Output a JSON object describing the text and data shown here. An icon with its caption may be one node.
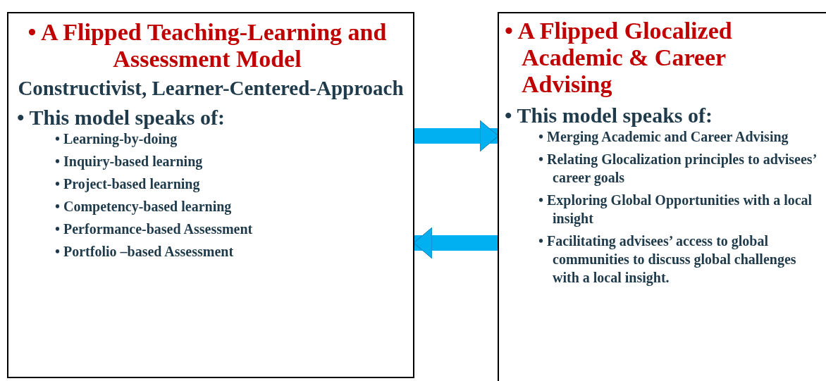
{
  "diagram": {
    "nodes": [
      {
        "text": [
          "• A Flipped Teaching-Learning and Assessment Model",
          "Constructivist, Learner-Centered-Approach",
          "• This model speaks of:",
          "• Learning-by-doing",
          "• Inquiry-based learning",
          "• Project-based learning",
          "• Competency-based learning",
          "• Performance-based Assessment",
          "• Portfolio –based Assessment"
        ]
      },
      {
        "text": [
          "• A Flipped Glocalized Academic & Career Advising",
          "• This model speaks of:",
          "• Merging Academic and Career Advising",
          "• Relating Glocalization principles to advisees’ career goals",
          "• Exploring Global Opportunities with a local insight",
          "• Facilitating advisees’ access to global communities to discuss global challenges with a local insight."
        ]
      }
    ],
    "edges": [
      {
        "from": 0,
        "to": 1,
        "arrow": "to"
      },
      {
        "from": 1,
        "to": 0,
        "arrow": "to"
      }
    ]
  }
}
